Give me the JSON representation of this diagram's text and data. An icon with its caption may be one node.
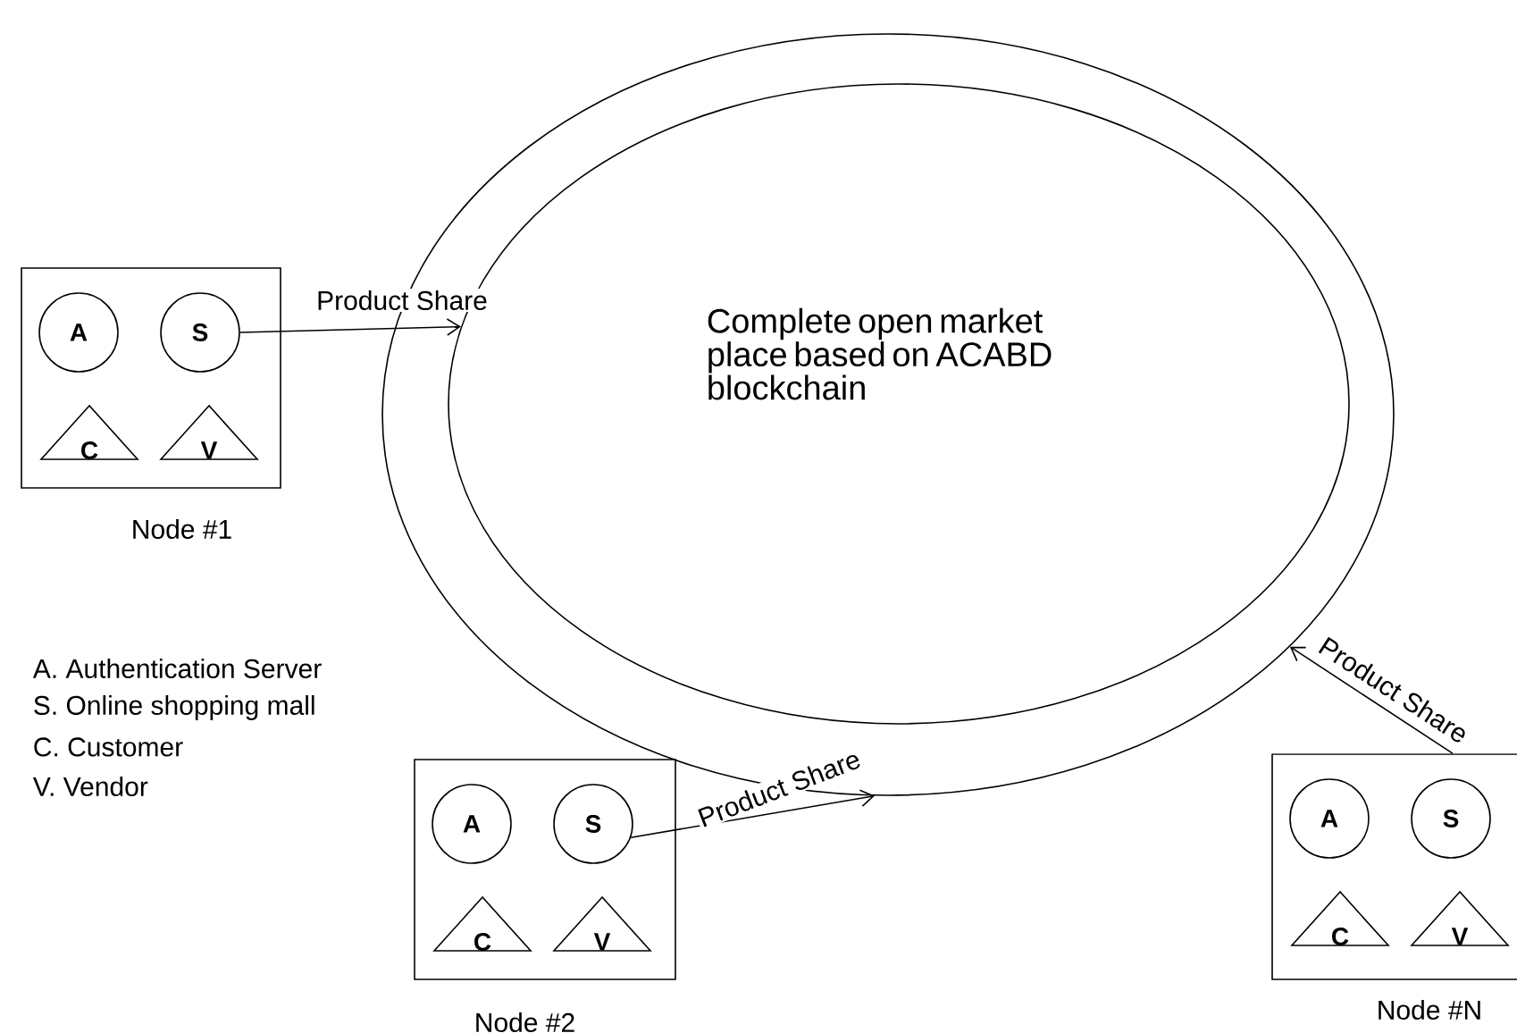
{
  "diagram": {
    "nodes": [
      {
        "text": [],
        "shape": "ellipse"
      },
      {
        "text": [
          "Complete open market place based on ACABD blockchain"
        ],
        "in": 0
      },
      {
        "text": [
          "Node #1"
        ]
      },
      {
        "text": [
          "A"
        ],
        "in": 2
      },
      {
        "text": [
          "S"
        ],
        "in": 2
      },
      {
        "text": [
          "C"
        ],
        "in": 2
      },
      {
        "text": [
          "V"
        ],
        "in": 2
      },
      {
        "text": [
          "Node #2"
        ]
      },
      {
        "text": [
          "A"
        ],
        "in": 7
      },
      {
        "text": [
          "S"
        ],
        "in": 7
      },
      {
        "text": [
          "C"
        ],
        "in": 7
      },
      {
        "text": [
          "V"
        ],
        "in": 7
      },
      {
        "text": [
          "Node #N"
        ]
      },
      {
        "text": [
          "A"
        ],
        "in": 12
      },
      {
        "text": [
          "S"
        ],
        "in": 12
      },
      {
        "text": [
          "C"
        ],
        "in": 12
      },
      {
        "text": [
          "V"
        ],
        "in": 12
      }
    ],
    "edges": [
      {
        "from": 4,
        "to": 1,
        "arrow": "to",
        "label": "Product Share"
      },
      {
        "from": 9,
        "to": 0,
        "arrow": "to",
        "label": "Product Share"
      },
      {
        "from": 12,
        "to": 0,
        "arrow": "to",
        "label": "Product Share"
      }
    ],
    "labels": [
      "A. Authentication Server",
      "S. Online shopping mall",
      "C. Customer",
      "V. Vendor"
    ]
  }
}
